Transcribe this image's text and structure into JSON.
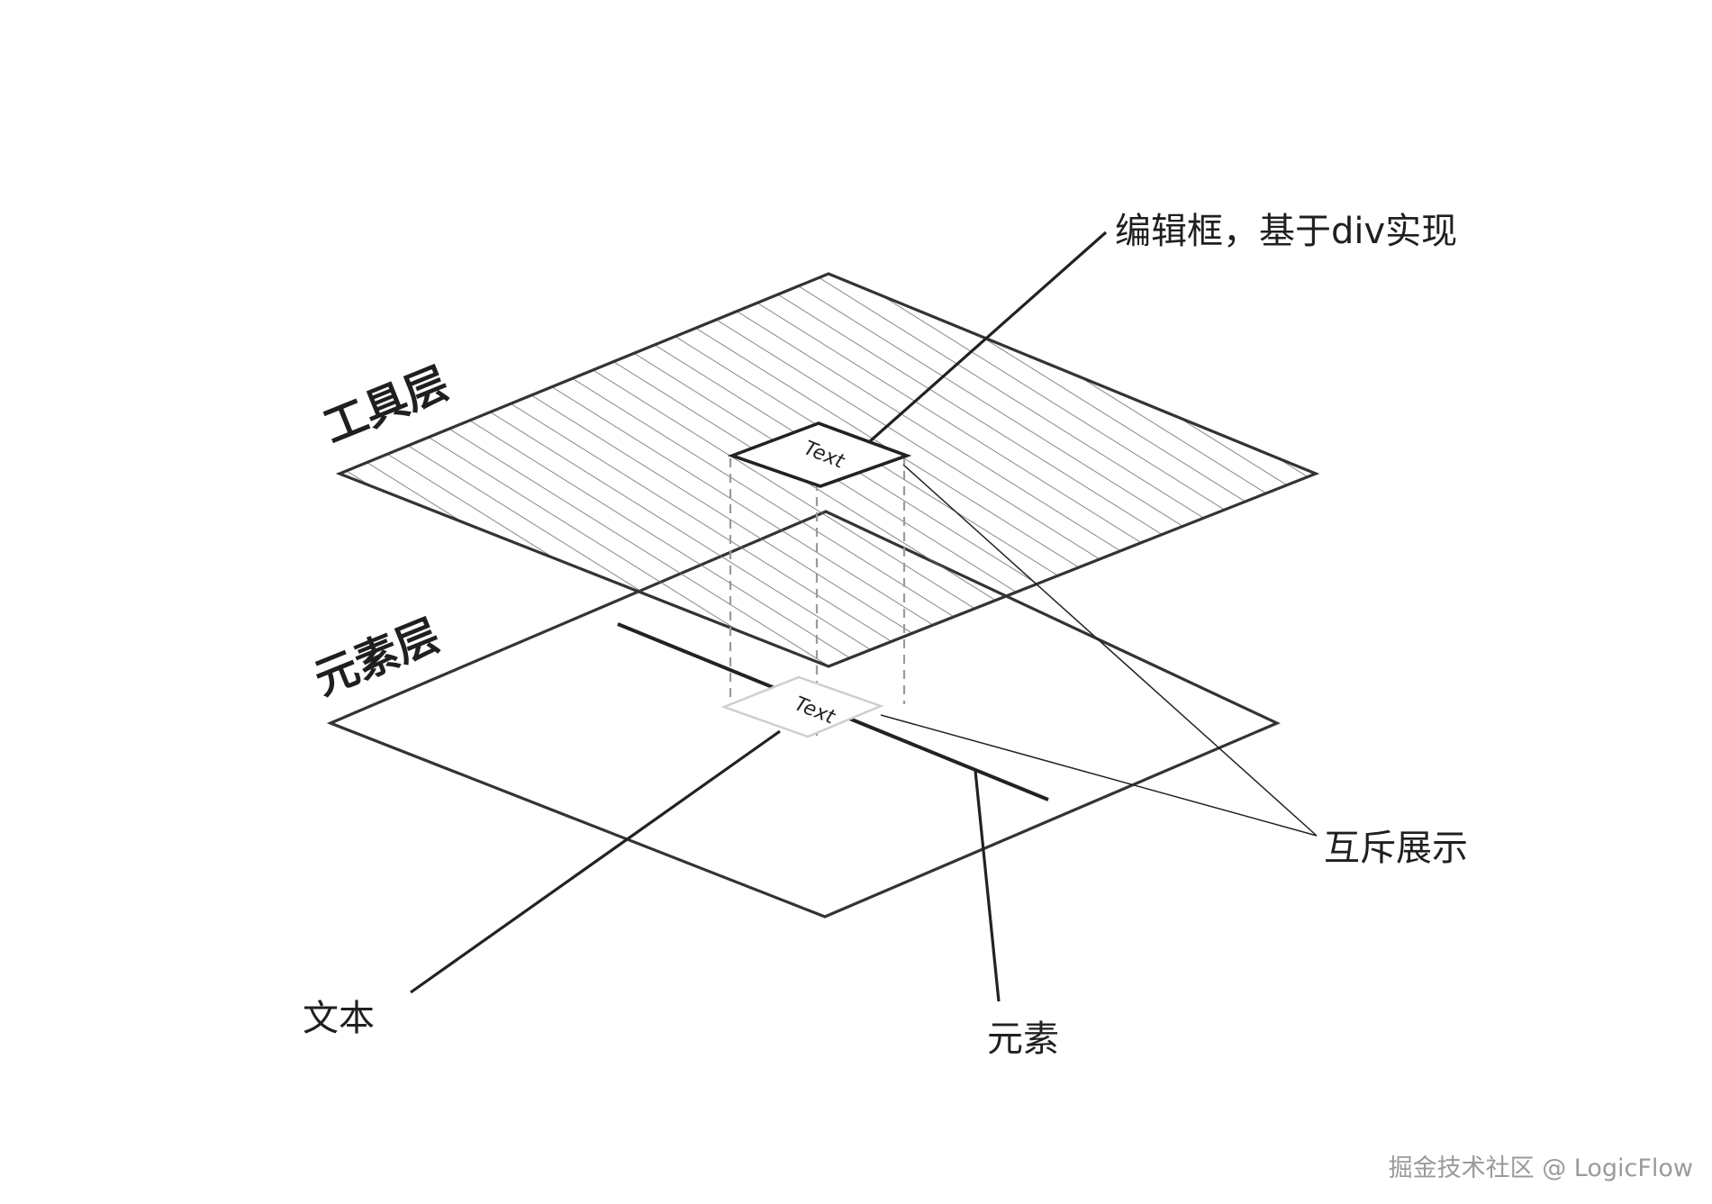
{
  "labels": {
    "tool_layer": "工具层",
    "element_layer": "元素层",
    "edit_box": "编辑框，基于div实现",
    "mutual": "互斥展示",
    "text": "文本",
    "element": "元素",
    "box_text": "Text",
    "box_text_lower": "Text"
  },
  "watermark": "掘金技术社区 @ LogicFlow",
  "colors": {
    "stroke": "#333333",
    "hatch": "#6a6a6a",
    "dashed": "#9a9a9a",
    "watermark": "#9a9a9a"
  }
}
